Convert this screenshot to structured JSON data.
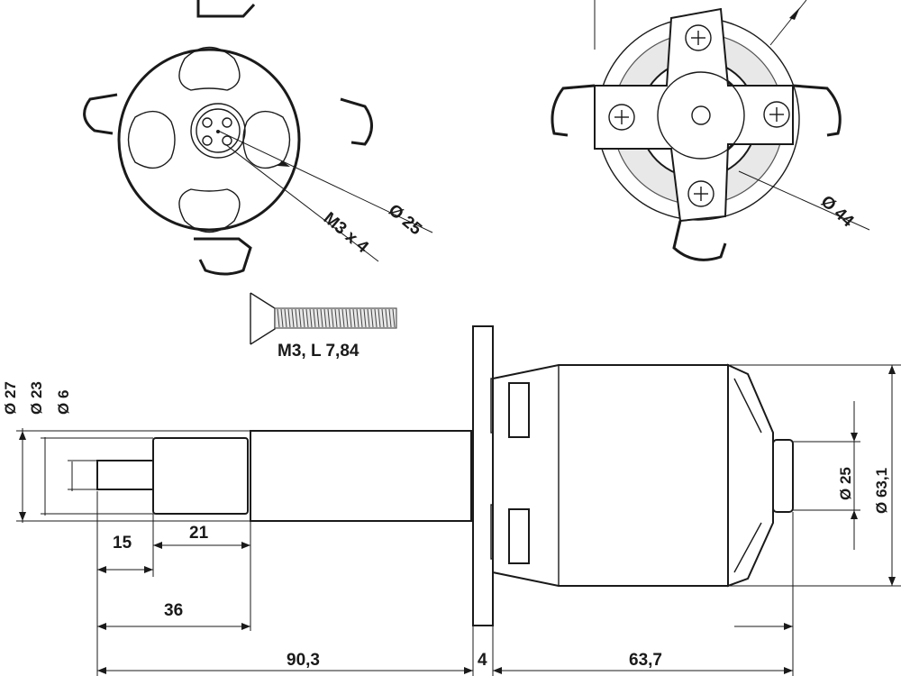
{
  "front_view": {
    "labels": {
      "bore_diameter": "Ø 25",
      "thread": "M3 x 4"
    }
  },
  "rear_view": {
    "labels": {
      "body_diameter": "Ø 44"
    }
  },
  "screw": {
    "label": "M3, L 7,84"
  },
  "side_view": {
    "vertical_dims": [
      "Ø 27",
      "Ø 23",
      "Ø 6"
    ],
    "right_dims": [
      "Ø 25",
      "Ø 63,1"
    ],
    "horizontal_dims": {
      "shaft_tip": "15",
      "collar": "21",
      "shaft_36": "36",
      "overall_front": "90,3",
      "flange": "4",
      "motor": "63,7"
    }
  }
}
